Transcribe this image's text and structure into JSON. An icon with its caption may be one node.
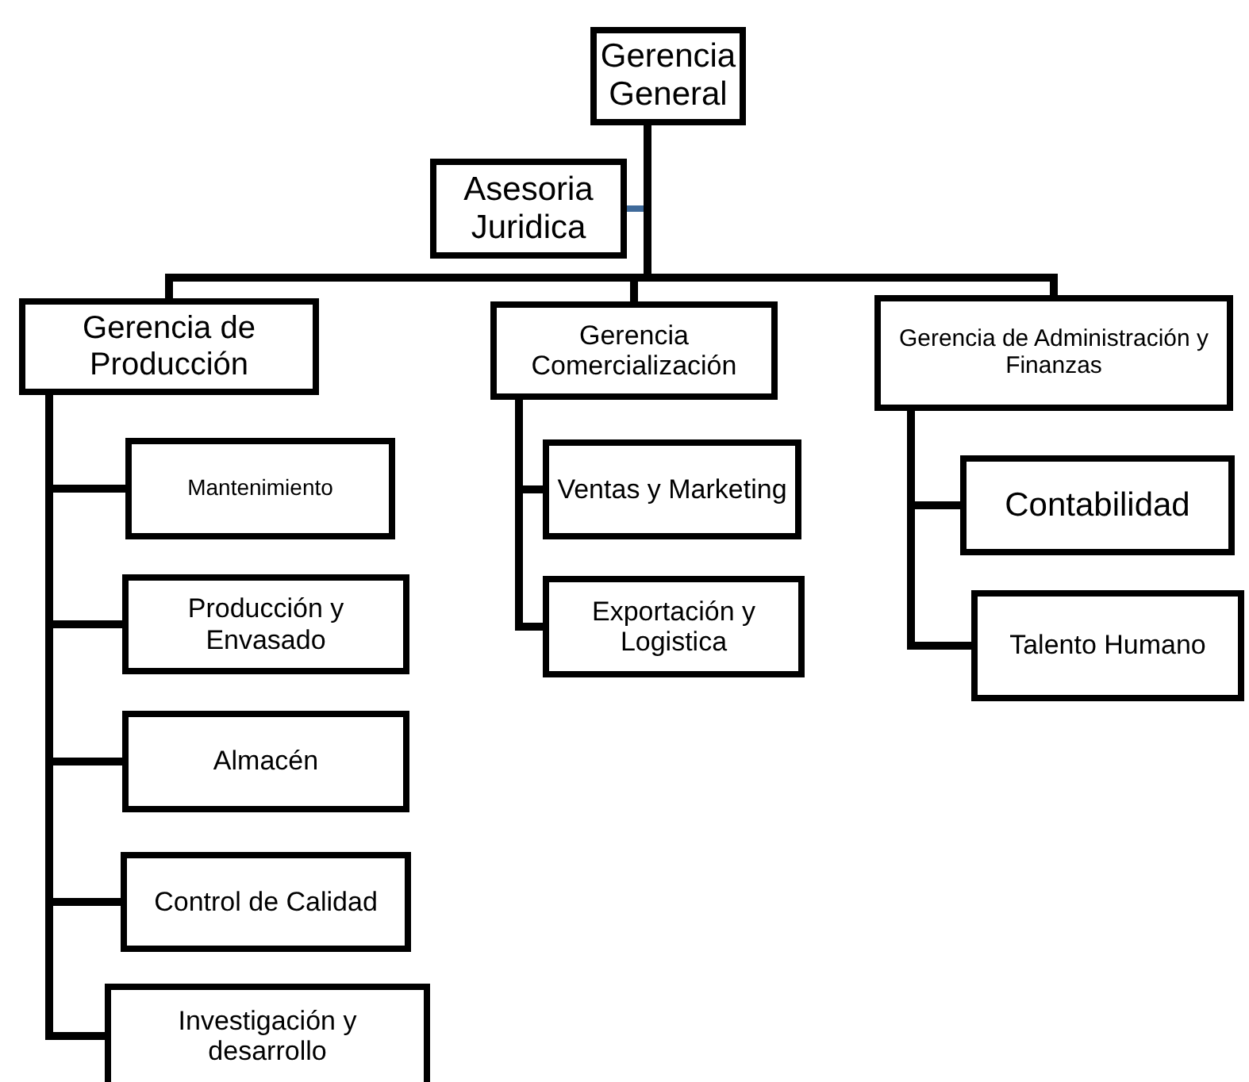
{
  "diagram": {
    "nodes": [
      {
        "text": [
          "Gerencia General"
        ]
      },
      {
        "text": [
          "Asesoria Juridica"
        ]
      },
      {
        "text": [
          "Gerencia de Producción"
        ]
      },
      {
        "text": [
          "Gerencia Comercialización"
        ]
      },
      {
        "text": [
          "Gerencia de Administración y Finanzas"
        ]
      },
      {
        "text": [
          "Mantenimiento"
        ]
      },
      {
        "text": [
          "Producción y Envasado"
        ]
      },
      {
        "text": [
          "Almacén"
        ]
      },
      {
        "text": [
          "Control de Calidad"
        ]
      },
      {
        "text": [
          "Investigación y desarrollo"
        ]
      },
      {
        "text": [
          "Ventas y Marketing"
        ]
      },
      {
        "text": [
          "Exportación y Logistica"
        ]
      },
      {
        "text": [
          "Contabilidad"
        ]
      },
      {
        "text": [
          "Talento Humano"
        ]
      }
    ],
    "edges": [
      {
        "from": 0,
        "to": 1,
        "arrow": "none",
        "color": "#3f6a9a"
      },
      {
        "from": 0,
        "to": 2,
        "arrow": "none"
      },
      {
        "from": 0,
        "to": 3,
        "arrow": "none"
      },
      {
        "from": 0,
        "to": 4,
        "arrow": "none"
      },
      {
        "from": 2,
        "to": 5,
        "arrow": "none"
      },
      {
        "from": 2,
        "to": 6,
        "arrow": "none"
      },
      {
        "from": 2,
        "to": 7,
        "arrow": "none"
      },
      {
        "from": 2,
        "to": 8,
        "arrow": "none"
      },
      {
        "from": 2,
        "to": 9,
        "arrow": "none"
      },
      {
        "from": 3,
        "to": 10,
        "arrow": "none"
      },
      {
        "from": 3,
        "to": 11,
        "arrow": "none"
      },
      {
        "from": 4,
        "to": 12,
        "arrow": "none"
      },
      {
        "from": 4,
        "to": 13,
        "arrow": "none"
      }
    ]
  }
}
